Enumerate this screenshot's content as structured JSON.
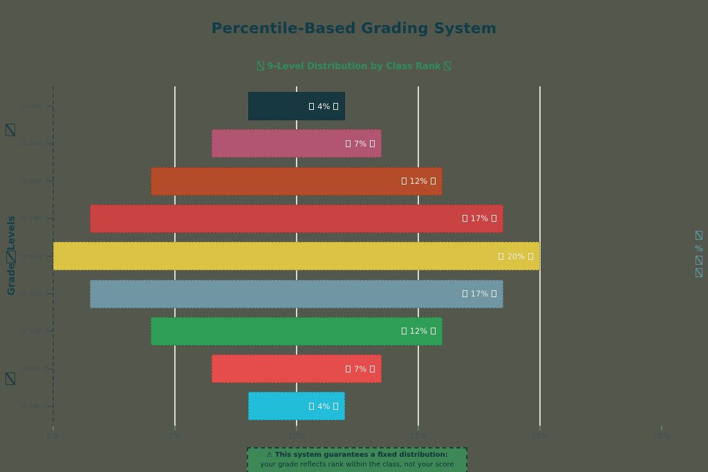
{
  "page": {
    "background_color": "#54574b",
    "accent_title_color": "#0f3d49",
    "accent_subtitle_color": "#2e8f5d"
  },
  "chart_data": {
    "type": "bar",
    "orientation": "horizontal-centered-pyramid",
    "title": "Percentile-Based Grading System",
    "subtitle": "9-Level Distribution by Class Rank",
    "subtitle_decorations": [
      "missing-glyph-box-left",
      "missing-glyph-box-right"
    ],
    "ylabel_word1": "Grade",
    "ylabel_word2": "Levels",
    "ylabel_decorations": [
      "missing-glyph-box-top",
      "missing-glyph-box-middle",
      "missing-glyph-box-bottom"
    ],
    "categories": [
      "Grade 1",
      "Grade 2",
      "Grade 3",
      "Grade 4",
      "Grade 5",
      "Grade 6",
      "Grade 7",
      "Grade 8",
      "Grade 9"
    ],
    "values": [
      4,
      7,
      12,
      17,
      20,
      17,
      12,
      7,
      4
    ],
    "bar_labels": [
      "4%",
      "7%",
      "12%",
      "17%",
      "20%",
      "17%",
      "12%",
      "7%",
      "4%"
    ],
    "bar_label_decorations": "missing-glyph-box-on-each-side",
    "bar_colors": [
      "#173840",
      "#b15573",
      "#b54c29",
      "#ca4343",
      "#dbc444",
      "#7095a3",
      "#2f9e56",
      "#e54c4c",
      "#22bdd8"
    ],
    "x_ticks": [
      {
        "label": "0%",
        "pct": 0,
        "grid": false
      },
      {
        "label": "5%",
        "pct": 5,
        "grid": true
      },
      {
        "label": "10%",
        "pct": 10,
        "grid": true
      },
      {
        "label": "15%",
        "pct": 15,
        "grid": true
      },
      {
        "label": "20%",
        "pct": 20,
        "grid": true
      },
      {
        "label": "25%",
        "pct": 25,
        "grid": false
      }
    ],
    "xlim": [
      0,
      25
    ],
    "grid": "vertical white gridlines at 5%, 10%, 15%, 20%",
    "legend_position": "none",
    "right_glyphs": [
      "tofu",
      "%",
      "tofu",
      "tofu"
    ],
    "annotation": {
      "line1": "⚠ This system guarantees a fixed distribution:",
      "line2": "your grade reflects rank within the class, not your score"
    }
  }
}
